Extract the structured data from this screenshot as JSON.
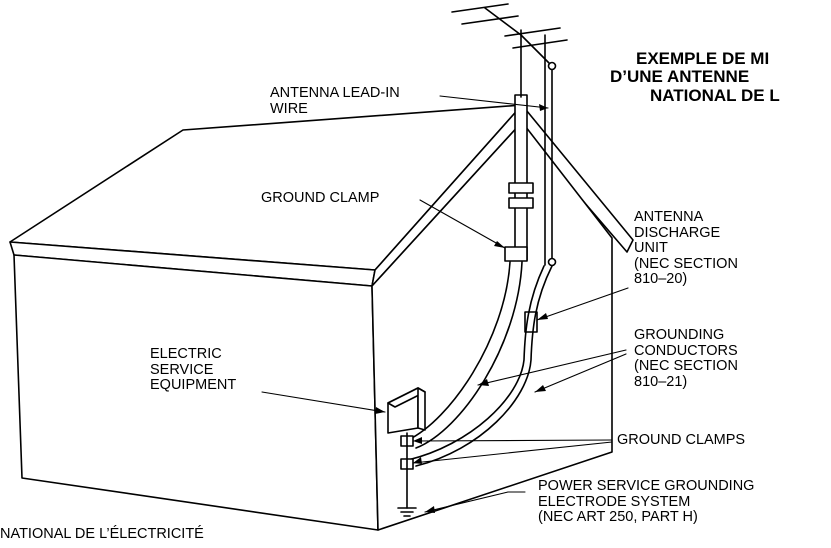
{
  "title_lines": [
    "EXEMPLE DE MI",
    "D’UNE ANTENNE",
    "NATIONAL DE L"
  ],
  "labels": {
    "lead_in": [
      "ANTENNA LEAD-IN",
      "WIRE"
    ],
    "ground_clamp": "GROUND CLAMP",
    "discharge_unit": [
      "ANTENNA",
      "DISCHARGE",
      "UNIT",
      "(NEC SECTION",
      "810–20)"
    ],
    "electric_service": [
      "ELECTRIC",
      "SERVICE",
      "EQUIPMENT"
    ],
    "grounding_conductors": [
      "GROUNDING",
      "CONDUCTORS",
      "(NEC SECTION",
      "810–21)"
    ],
    "ground_clamps": "GROUND CLAMPS",
    "power_service": [
      "POWER SERVICE GROUNDING",
      "ELECTRODE SYSTEM",
      "(NEC ART 250, PART H)"
    ],
    "footer": "NATIONAL DE L’ÉLECTRICITÉ"
  }
}
